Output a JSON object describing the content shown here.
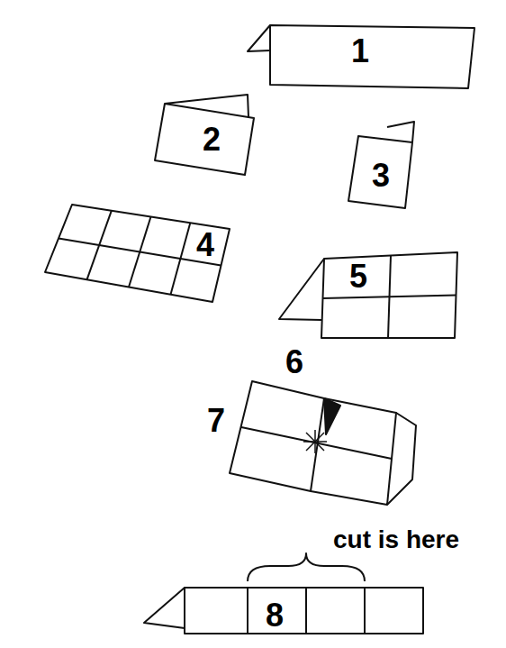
{
  "diagram": {
    "labels": [
      "1",
      "2",
      "3",
      "4",
      "5",
      "6",
      "7",
      "8",
      "cut is here"
    ]
  }
}
